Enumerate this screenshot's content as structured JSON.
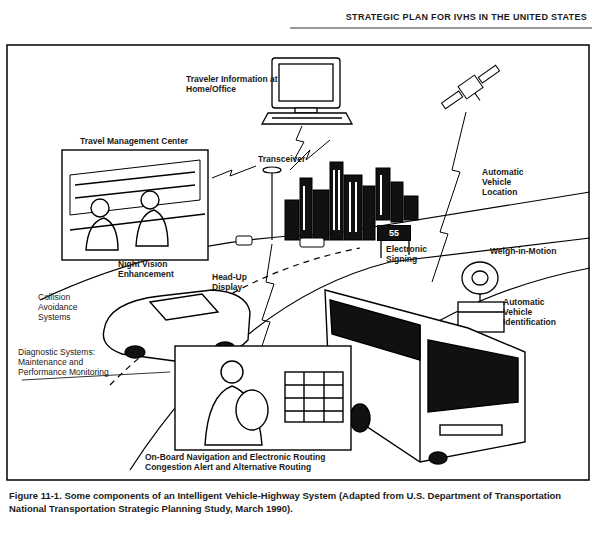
{
  "diagram": {
    "title": "STRATEGIC PLAN FOR IVHS IN THE UNITED STATES",
    "caption": "Figure 11-1. Some components of an Intelligent Vehicle-Highway System (Adapted from U.S. Department of Transportation National Transportation Strategic Planning Study, March 1990).",
    "nodes": [
      {
        "text": [
          "55"
        ]
      }
    ],
    "labels": [
      "Traveler Information at Home/Office",
      "Travel Management Center",
      "Transceiver",
      "Automatic Vehicle Location",
      "Electronic Signing",
      "Weigh-in-Motion",
      "Automatic Vehicle Identification",
      "Night Vision Enhancement",
      "Head-Up Display",
      "Collision Avoidance Systems",
      "Diagnostic Systems: Maintenance and Performance Monitoring",
      "On-Board Navigation and Electronic Routing Congestion Alert and Alternative Routing"
    ]
  }
}
